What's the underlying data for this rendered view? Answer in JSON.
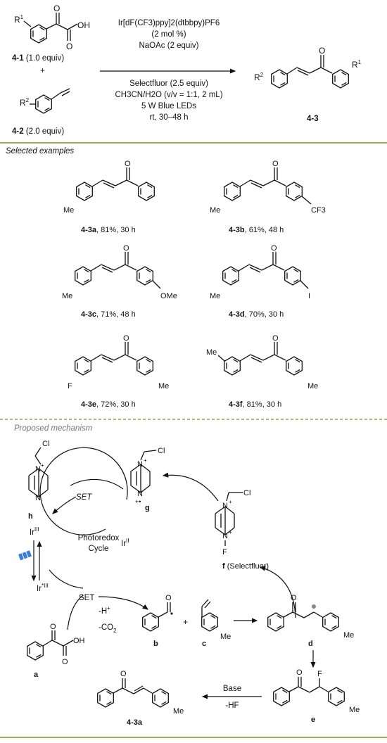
{
  "reaction": {
    "r1_label": "4-1",
    "r1_equiv": " (1.0 equiv)",
    "plus": "+",
    "r2_label": "4-2",
    "r2_equiv": " (2.0 equiv)",
    "product_label": "4-3",
    "sub_r1": "R",
    "sup_1": "1",
    "sub_r2": "R",
    "sup_2": "2",
    "oh": "OH",
    "o": "O",
    "cond_catalyst": "Ir[dF(CF3)ppy]2(dtbbpy)PF6",
    "cond_loading": "(2 mol %)",
    "cond_base": "NaOAc (2 equiv)",
    "cond_oxidant": "Selectfluor (2.5 equiv)",
    "cond_solvent": "CH3CN/H2O (v/v = 1:1, 2 mL)",
    "cond_light": "5 W Blue LEDs",
    "cond_time": "rt, 30–48 h"
  },
  "examples": {
    "heading": "Selected examples",
    "items": [
      {
        "id": "4-3a",
        "yield": ", 81%, 30 h"
      },
      {
        "id": "4-3b",
        "yield": ", 61%, 48 h"
      },
      {
        "id": "4-3c",
        "yield": ", 71%, 48 h"
      },
      {
        "id": "4-3d",
        "yield": ", 70%, 30 h"
      },
      {
        "id": "4-3e",
        "yield": ", 72%, 30 h"
      },
      {
        "id": "4-3f",
        "yield": ", 81%, 30 h"
      }
    ],
    "sub": {
      "me": "Me",
      "cf3": "CF3",
      "ome": "OMe",
      "i": "I",
      "f": "F"
    }
  },
  "mechanism": {
    "heading": "Proposed mechanism",
    "cycle_line1": "Photoredox",
    "cycle_line2": "Cycle",
    "set_top": "SET",
    "set_bottom": "SET",
    "ir_iii": "Ir",
    "ir_iii_sup": "III",
    "ir_ii": "Ir",
    "ir_ii_sup": "II",
    "ir_excited": "Ir",
    "ir_excited_sup": "*III",
    "minus_h": "-H",
    "minus_h_sup": "+",
    "minus_co2": "-CO",
    "minus_co2_sub": "2",
    "base": "Base",
    "minus_hf": "-HF",
    "cl": "Cl",
    "n": "N",
    "f_atom": "F",
    "labels": {
      "a": "a",
      "b": "b",
      "c": "c",
      "d": "d",
      "e": "e",
      "g": "g",
      "h": "h",
      "f": "f",
      "selectfluor": " (Selectfluor)",
      "final": "4-3a"
    }
  },
  "colors": {
    "divider": "#8a8a20",
    "led": "#3b7fd9"
  }
}
